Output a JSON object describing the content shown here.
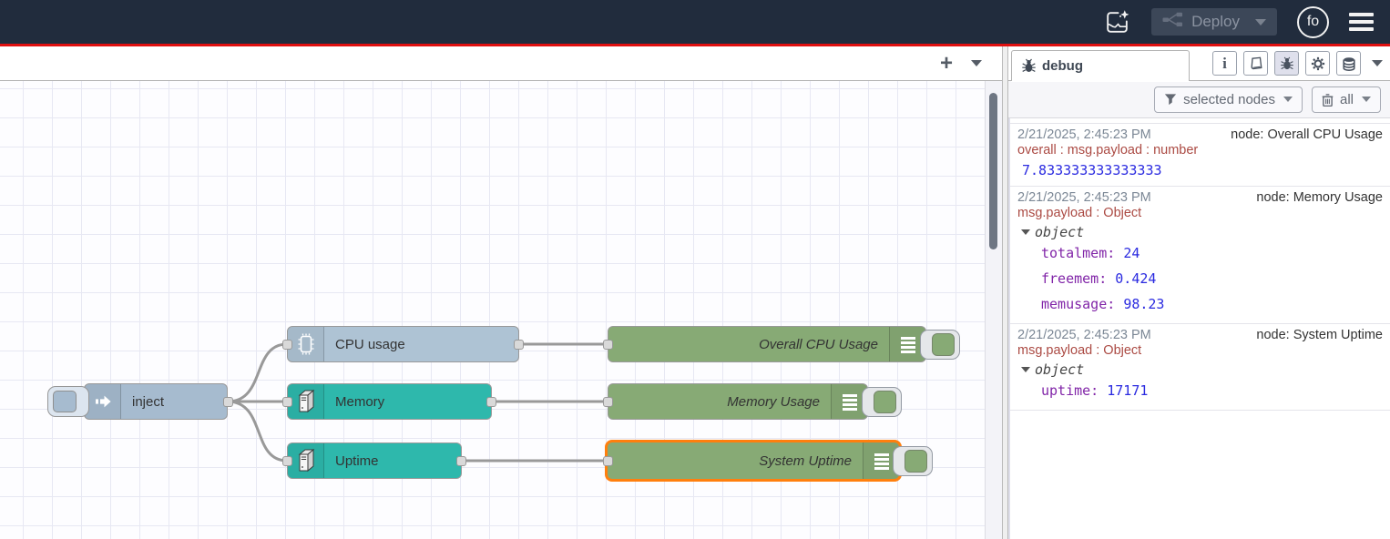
{
  "header": {
    "deploy_label": "Deploy",
    "avatar_text": "fo"
  },
  "workspace": {
    "add_tab_label": "+"
  },
  "flow": {
    "nodes": [
      {
        "id": "inject",
        "label": "inject",
        "type": "inject"
      },
      {
        "id": "cpu",
        "label": "CPU usage",
        "type": "cpu"
      },
      {
        "id": "memory",
        "label": "Memory",
        "type": "os"
      },
      {
        "id": "uptime",
        "label": "Uptime",
        "type": "os"
      },
      {
        "id": "overall-cpu",
        "label": "Overall CPU Usage",
        "type": "debug"
      },
      {
        "id": "memory-usage",
        "label": "Memory Usage",
        "type": "debug"
      },
      {
        "id": "system-uptime",
        "label": "System Uptime",
        "type": "debug",
        "selected": true
      }
    ]
  },
  "sidebar": {
    "tab_label": "debug",
    "filter_button_label": "selected nodes",
    "clear_button_label": "all",
    "messages": [
      {
        "timestamp": "2/21/2025, 2:45:23 PM",
        "node": "node: Overall CPU Usage",
        "meta": "overall : msg.payload : number",
        "value": "7.833333333333333"
      },
      {
        "timestamp": "2/21/2025, 2:45:23 PM",
        "node": "node: Memory Usage",
        "meta": "msg.payload : Object",
        "object_label": "object",
        "properties": [
          {
            "key": "totalmem:",
            "value": "24"
          },
          {
            "key": "freemem:",
            "value": "0.424"
          },
          {
            "key": "memusage:",
            "value": "98.23"
          }
        ]
      },
      {
        "timestamp": "2/21/2025, 2:45:23 PM",
        "node": "node: System Uptime",
        "meta": "msg.payload : Object",
        "object_label": "object",
        "properties": [
          {
            "key": "uptime:",
            "value": "17171"
          }
        ]
      }
    ]
  },
  "colors": {
    "header_bg": "#212c3d",
    "accent_red": "#e01010",
    "inject_node": "#a6bbcf",
    "cpu_node": "#aec3d4",
    "os_node": "#2eb8ac",
    "debug_node": "#87aa75",
    "selected_outline": "#ff7f0e",
    "wire": "#999999",
    "meta_text": "#ab4a43",
    "key_text": "#8125a8",
    "value_text": "#2a2ae0"
  }
}
